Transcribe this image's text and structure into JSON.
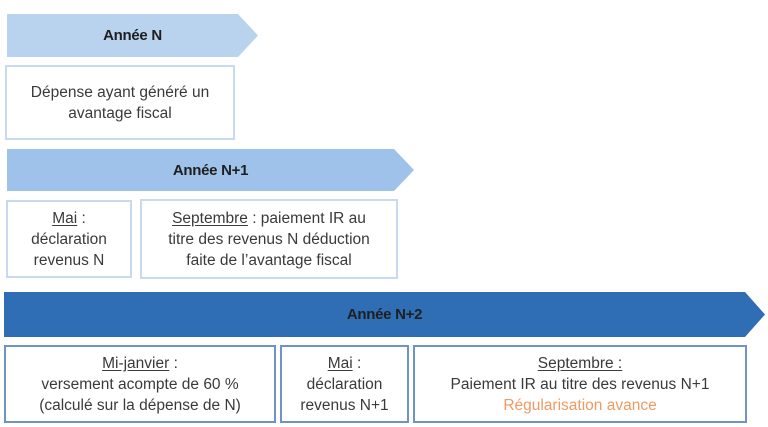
{
  "colors": {
    "arrow_light": "#b9d2ee",
    "arrow_mid": "#9ec2ea",
    "arrow_dark": "#2f6db5",
    "box_border_light": "#c9d9ee",
    "box_border_dark": "#6f93c4",
    "accent_orange": "#ef9a62"
  },
  "timeline": [
    {
      "year_label": "Année N",
      "boxes": [
        {
          "lines": [
            "Dépense ayant généré un",
            "avantage fiscal"
          ]
        }
      ]
    },
    {
      "year_label": "Année N+1",
      "boxes": [
        {
          "heading": "Mai",
          "heading_suffix": " :",
          "lines": [
            "déclaration",
            "revenus N"
          ]
        },
        {
          "heading": "Septembre",
          "heading_suffix": " : paiement IR au",
          "lines": [
            "titre des revenus N déduction",
            "faite de l’avantage fiscal"
          ]
        }
      ]
    },
    {
      "year_label": "Année N+2",
      "boxes": [
        {
          "heading": "Mi-janvier",
          "heading_suffix": " :",
          "lines": [
            "versement acompte de 60 %",
            "(calculé sur la dépense de N)"
          ]
        },
        {
          "heading": "Mai",
          "heading_suffix": " :",
          "lines": [
            "déclaration",
            "revenus N+1"
          ]
        },
        {
          "heading": "Septembre :",
          "heading_suffix": "",
          "lines": [
            "Paiement IR au titre des revenus N+1"
          ],
          "accent_line": "Régularisation avance"
        }
      ]
    }
  ]
}
